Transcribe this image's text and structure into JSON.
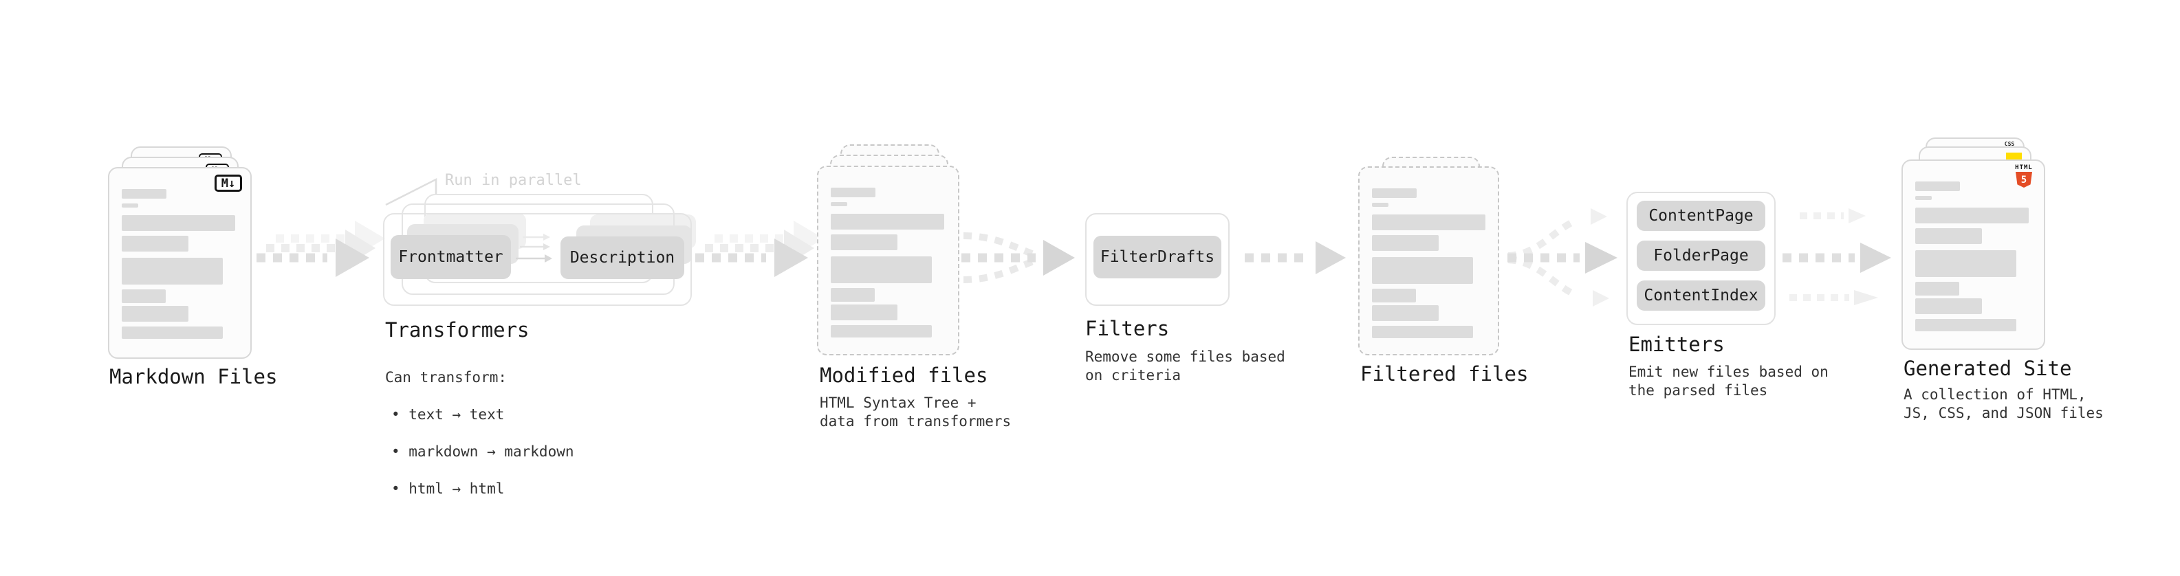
{
  "stages": {
    "markdown": {
      "title": "Markdown Files",
      "badge": "M↓"
    },
    "transformers": {
      "title": "Transformers",
      "annotation": "Run in parallel",
      "box_frontmatter": "Frontmatter",
      "box_description": "Description",
      "desc_heading": "Can transform:",
      "bullet_text": "• text → text",
      "bullet_markdown": "• markdown → markdown",
      "bullet_html": "• html → html"
    },
    "modified": {
      "title": "Modified files",
      "subtitle": "HTML Syntax Tree +\ndata from transformers"
    },
    "filters": {
      "title": "Filters",
      "box_filterdrafts": "FilterDrafts",
      "subtitle": "Remove some files based\non criteria"
    },
    "filtered": {
      "title": "Filtered files"
    },
    "emitters": {
      "title": "Emitters",
      "box_contentpage": "ContentPage",
      "box_folderpage": "FolderPage",
      "box_contentindex": "ContentIndex",
      "subtitle": "Emit new files based on\nthe parsed files"
    },
    "generated": {
      "title": "Generated Site",
      "subtitle": "A collection of HTML,\nJS, CSS, and JSON files",
      "badge_css": "CSS",
      "badge_html_label": "HTML",
      "badge_html_number": "5"
    }
  },
  "colors": {
    "box_fill": "#d8d8d8",
    "placeholder_bar": "#dcdcdc",
    "arrow": "#dfdfdf",
    "annotation_gray": "#d3d3d3",
    "html5_orange": "#e44d26",
    "css_blue": "#2d6ae3",
    "js_yellow": "#ffdd00"
  }
}
